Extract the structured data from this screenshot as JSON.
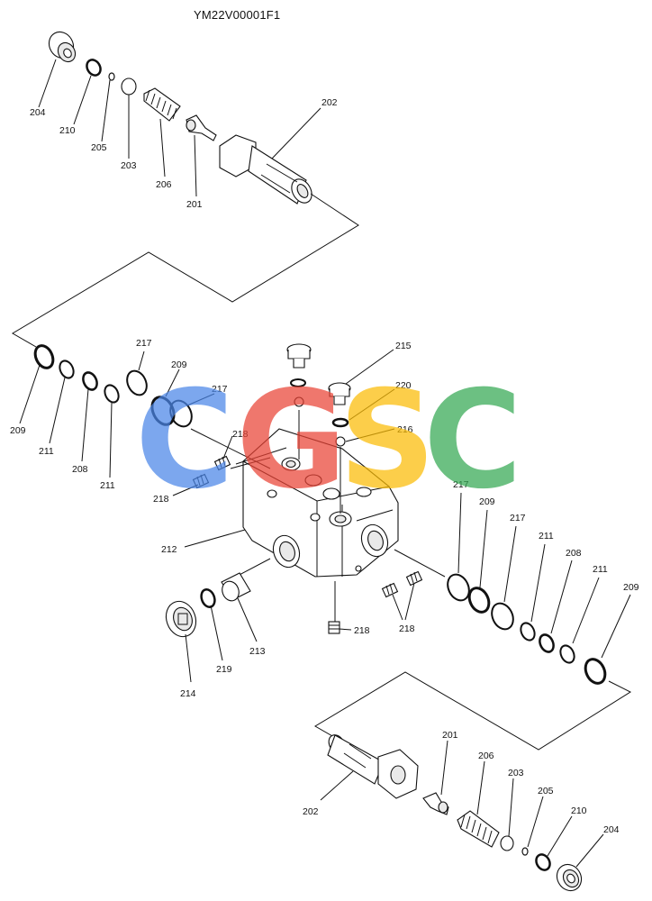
{
  "title": "YM22V00001F1",
  "watermark": {
    "letters": [
      "C",
      "G",
      "S",
      "C"
    ],
    "colors": [
      "#4a86e8",
      "#ea4335",
      "#fbbc05",
      "#34a853"
    ]
  },
  "labels": {
    "l204a": "204",
    "l210a": "210",
    "l205a": "205",
    "l203a": "203",
    "l206a": "206",
    "l201a": "201",
    "l202a": "202",
    "l209a": "209",
    "l211a": "211",
    "l208a": "208",
    "l211b": "211",
    "l217a": "217",
    "l209b": "209",
    "l217b": "217",
    "l218a": "218",
    "l218b": "218",
    "l215": "215",
    "l220": "220",
    "l216": "216",
    "l212": "212",
    "l214": "214",
    "l219": "219",
    "l213": "213",
    "l218c": "218",
    "l218d": "218",
    "l217c": "217",
    "l209c": "209",
    "l217d": "217",
    "l211c": "211",
    "l208b": "208",
    "l211d": "211",
    "l209d": "209",
    "l202b": "202",
    "l201b": "201",
    "l206b": "206",
    "l203b": "203",
    "l205b": "205",
    "l210b": "210",
    "l204b": "204"
  }
}
